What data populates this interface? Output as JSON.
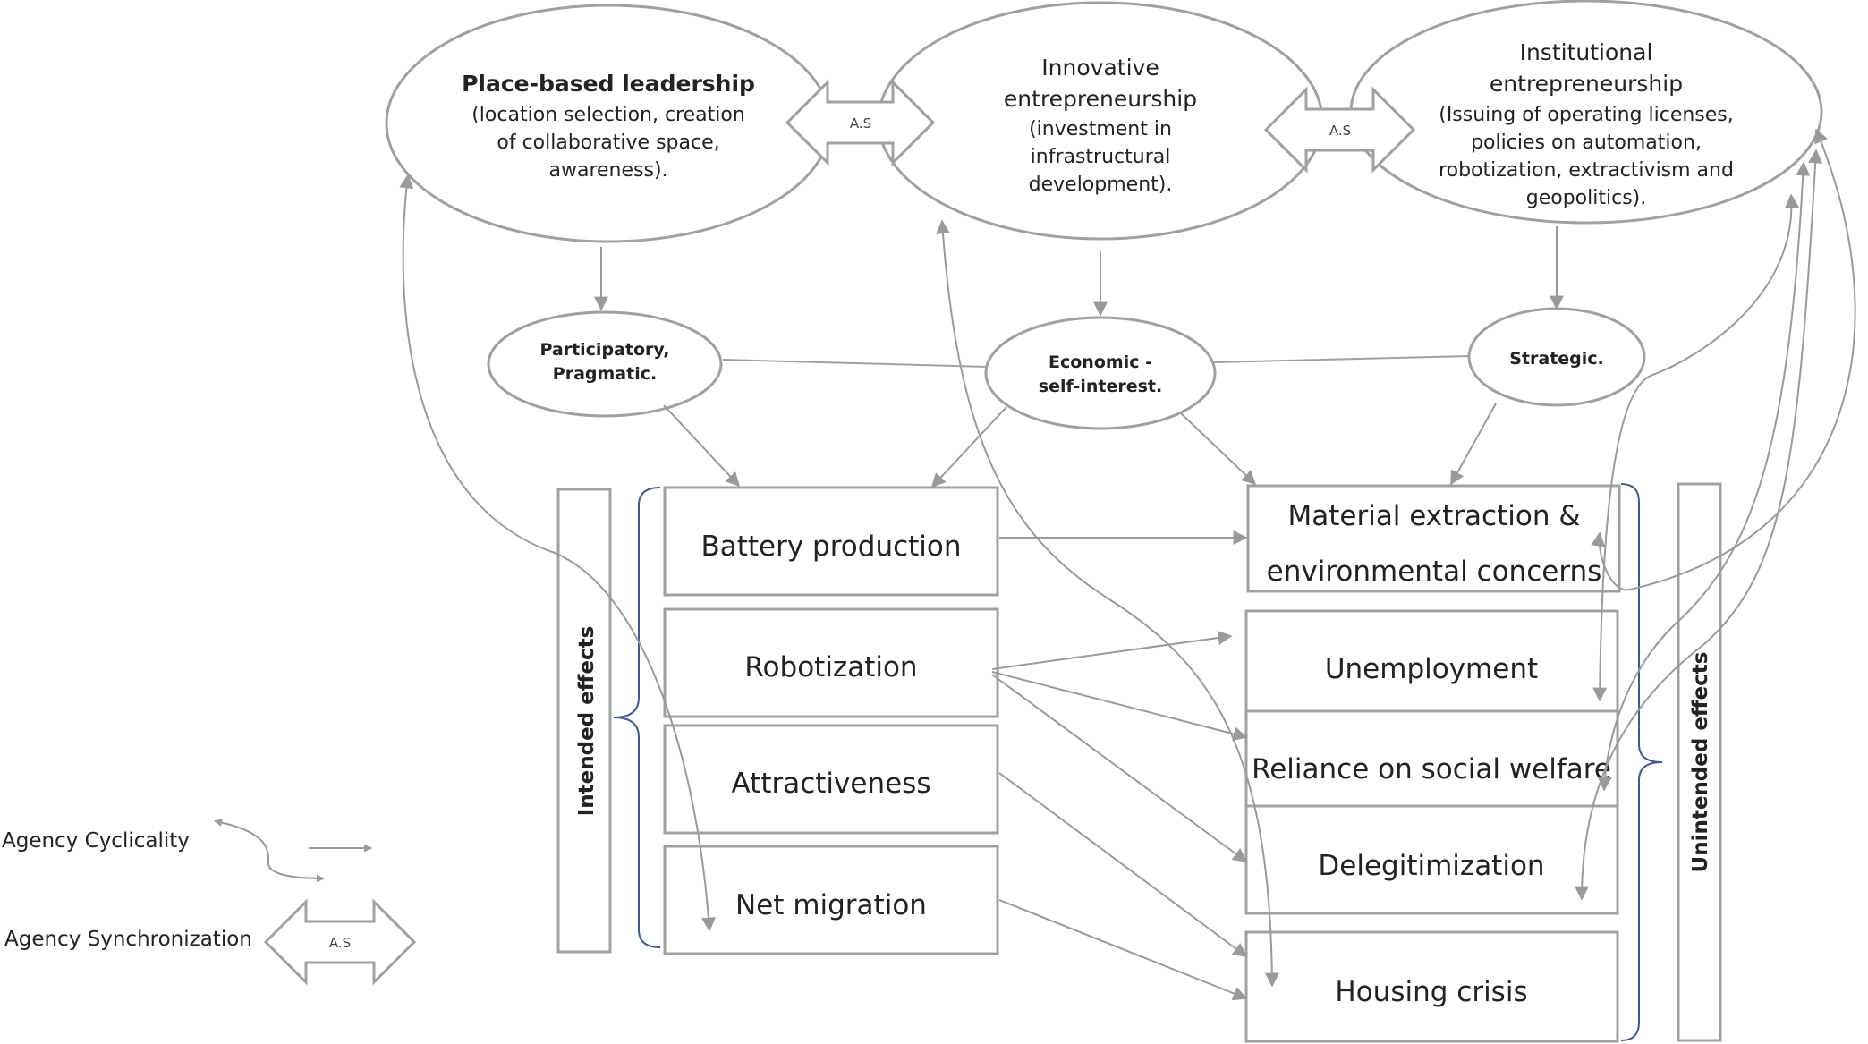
{
  "ellipses": [
    {
      "id": "place",
      "title": "Place-based leadership",
      "lines": [
        "(location selection, creation",
        "of  collaborative space,",
        "awareness)."
      ]
    },
    {
      "id": "innov",
      "title_lines": [
        "Innovative",
        "entrepreneurship"
      ],
      "lines": [
        "(investment in",
        "infrastructural",
        "development)."
      ]
    },
    {
      "id": "inst",
      "title_lines": [
        "Institutional",
        "entrepreneurship"
      ],
      "lines": [
        "(Issuing of operating licenses,",
        "policies on automation,",
        "robotization, extractivism and",
        "geopolitics)."
      ]
    }
  ],
  "modes": [
    {
      "id": "particip",
      "lines": [
        "Participatory,",
        "Pragmatic."
      ]
    },
    {
      "id": "econ",
      "lines": [
        "Economic -",
        "self-interest."
      ]
    },
    {
      "id": "strat",
      "lines": [
        "Strategic."
      ]
    }
  ],
  "sync_label": "A.S",
  "intended": {
    "title": "Intended effects",
    "items": [
      "Battery production",
      "Robotization",
      "Attractiveness",
      "Net migration"
    ]
  },
  "unintended": {
    "title": "Unintended effects",
    "items": [
      {
        "lines": [
          "Material extraction &",
          "environmental concerns"
        ]
      },
      {
        "lines": [
          "Unemployment"
        ]
      },
      {
        "lines": [
          "Reliance on social welfare"
        ]
      },
      {
        "lines": [
          "Delegitimization"
        ]
      },
      {
        "lines": [
          "Housing crisis"
        ]
      }
    ]
  },
  "legend": {
    "cyclicality": "Agency Cyclicality",
    "synchronization": "Agency Synchronization",
    "sync_label": "A.S"
  },
  "colors": {
    "line": "#a0a0a0",
    "arrow": "#9a9a9a",
    "bracket": "#3b5c9a",
    "text": "#222222"
  }
}
